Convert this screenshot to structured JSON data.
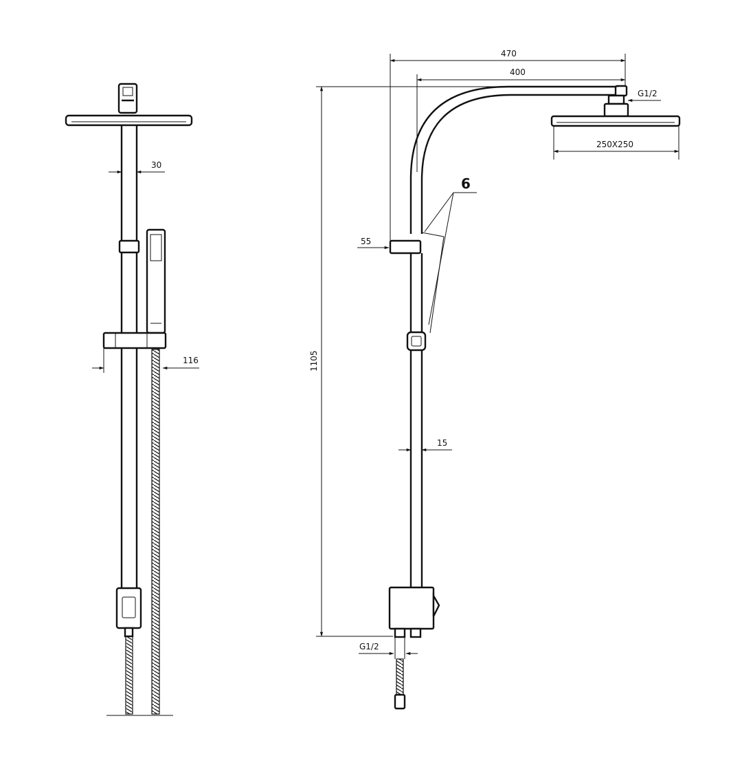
{
  "figure_kind": "technical drawing of shower column set, front and side view",
  "colors": {
    "line": "#111111",
    "background": "#ffffff"
  },
  "dimensions": {
    "front": {
      "rail_diameter": "30",
      "holder_projection": "116"
    },
    "side": {
      "arm_total": "470",
      "arm_inner": "400",
      "outlet_thread_top": "G1/2",
      "head_size": "250X250",
      "callout_number": "6",
      "bracket_depth": "55",
      "total_height": "1105",
      "rail_width": "15",
      "inlet_thread_bottom": "G1/2"
    }
  }
}
